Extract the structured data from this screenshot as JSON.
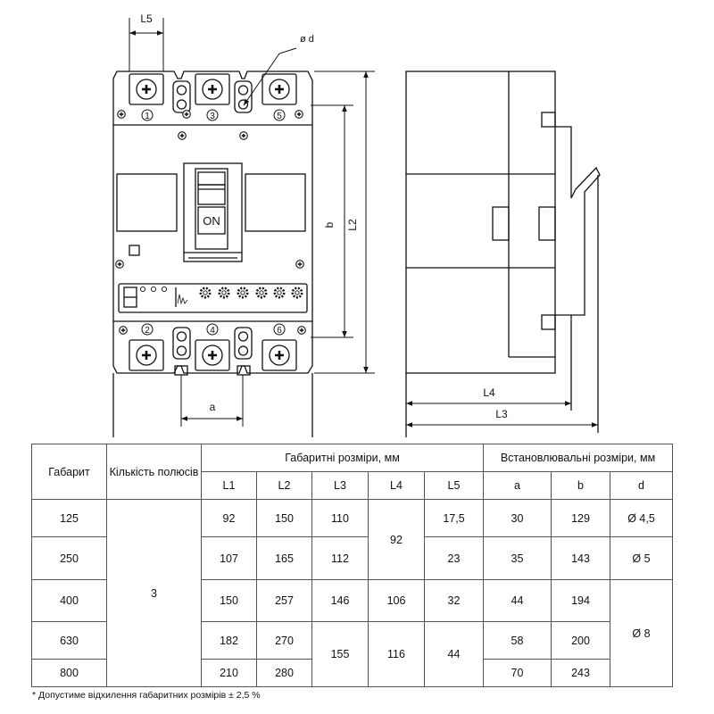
{
  "drawing": {
    "front": {
      "switch_label": "ON",
      "terminal_numbers": [
        "1",
        "3",
        "5",
        "2",
        "4",
        "6"
      ]
    },
    "dimension_labels": {
      "L5": "L5",
      "d": "ø d",
      "b": "b",
      "L2": "L2",
      "a": "a",
      "L4": "L4",
      "L3": "L3"
    }
  },
  "table": {
    "headers": {
      "gabarit": "Габарит",
      "poles": "Кількість полюсів",
      "overall": "Габаритні розміри, мм",
      "mounting": "Встановлювальні розміри, мм",
      "L1": "L1",
      "L2": "L2",
      "L3": "L3",
      "L4": "L4",
      "L5": "L5",
      "a": "a",
      "b": "b",
      "d": "d"
    },
    "poles_value": "3",
    "rows": [
      {
        "gabarit": "125",
        "L1": "92",
        "L2": "150",
        "L3": "110",
        "L4": "92",
        "L5": "17,5",
        "a": "30",
        "b": "129",
        "d": "Ø 4,5"
      },
      {
        "gabarit": "250",
        "L1": "107",
        "L2": "165",
        "L3": "112",
        "L4": "92",
        "L5": "23",
        "a": "35",
        "b": "143",
        "d": "Ø 5"
      },
      {
        "gabarit": "400",
        "L1": "150",
        "L2": "257",
        "L3": "146",
        "L4": "106",
        "L5": "32",
        "a": "44",
        "b": "194",
        "d": "Ø 8"
      },
      {
        "gabarit": "630",
        "L1": "182",
        "L2": "270",
        "L3": "155",
        "L4": "116",
        "L5": "44",
        "a": "58",
        "b": "200",
        "d": "Ø 8"
      },
      {
        "gabarit": "800",
        "L1": "210",
        "L2": "280",
        "L3": "155",
        "L4": "116",
        "L5": "44",
        "a": "70",
        "b": "243",
        "d": "Ø 8"
      }
    ],
    "footnote": "* Допустиме відхилення габаритних розмірів ± 2,5 %"
  }
}
